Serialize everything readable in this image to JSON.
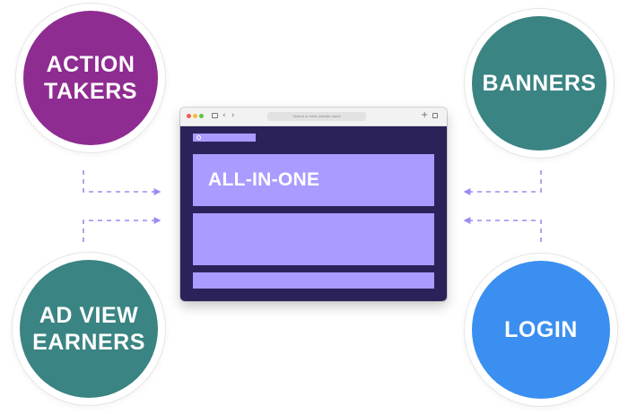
{
  "nodes": {
    "top_left": {
      "label": "ACTION\nTAKERS",
      "color": "#8e2c91"
    },
    "top_right": {
      "label": "BANNERS",
      "color": "#3a8483"
    },
    "bottom_left": {
      "label": "AD VIEW\nEARNERS",
      "color": "#3a8483"
    },
    "bottom_right": {
      "label": "LOGIN",
      "color": "#3a8ff0"
    }
  },
  "connector_color": "#9a8cf0",
  "browser": {
    "address_placeholder": "Search or enter website name",
    "hero_text": "ALL-IN-ONE",
    "page_color": "#2b225a",
    "block_color": "#a99bff"
  }
}
